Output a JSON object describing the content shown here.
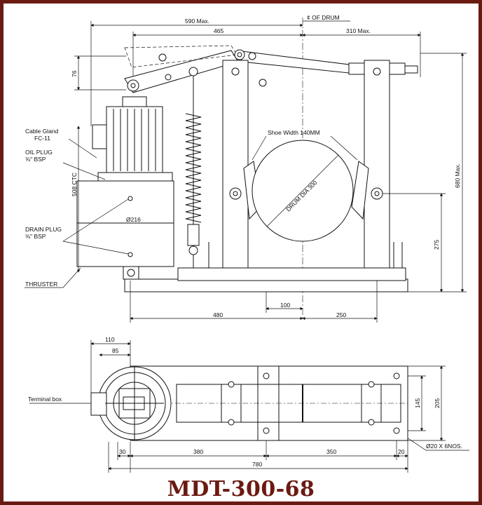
{
  "title": "MDT-300-68",
  "colors": {
    "frame": "#6b1a12",
    "title": "#6b1a12",
    "lines": "#111111"
  },
  "elevation": {
    "dim_590_max": "590 Max.",
    "center_drum": "¢ OF DRUM",
    "dim_465": "465",
    "dim_310_max": "310 Max.",
    "dim_76": "76",
    "cable_gland": "Cable Gland",
    "cable_gland_code": "FC-11",
    "oil_plug": "OIL PLUG",
    "oil_plug_size": "⅜\" BSP",
    "dim_508_ctc": "508 CTC",
    "drain_plug": "DRAIN PLUG",
    "drain_plug_size": "⅜\" BSP",
    "thruster": "THRUSTER",
    "dia_216": "Ø216",
    "shoe_width": "Shoe Width 140MM",
    "drum_dia": "DRUM DIA 300",
    "dim_680_max": "680 Max.",
    "dim_275": "275",
    "dim_100": "100",
    "dim_480": "480",
    "dim_250": "250"
  },
  "plan": {
    "dim_110": "110",
    "dim_85": "85",
    "terminal_box": "Terminal box",
    "dim_145": "145",
    "dim_205": "205",
    "dim_30": "30",
    "dim_380": "380",
    "dim_350": "350",
    "dim_20": "20",
    "holes": "Ø20 X 6NOS.",
    "dim_780": "780"
  }
}
